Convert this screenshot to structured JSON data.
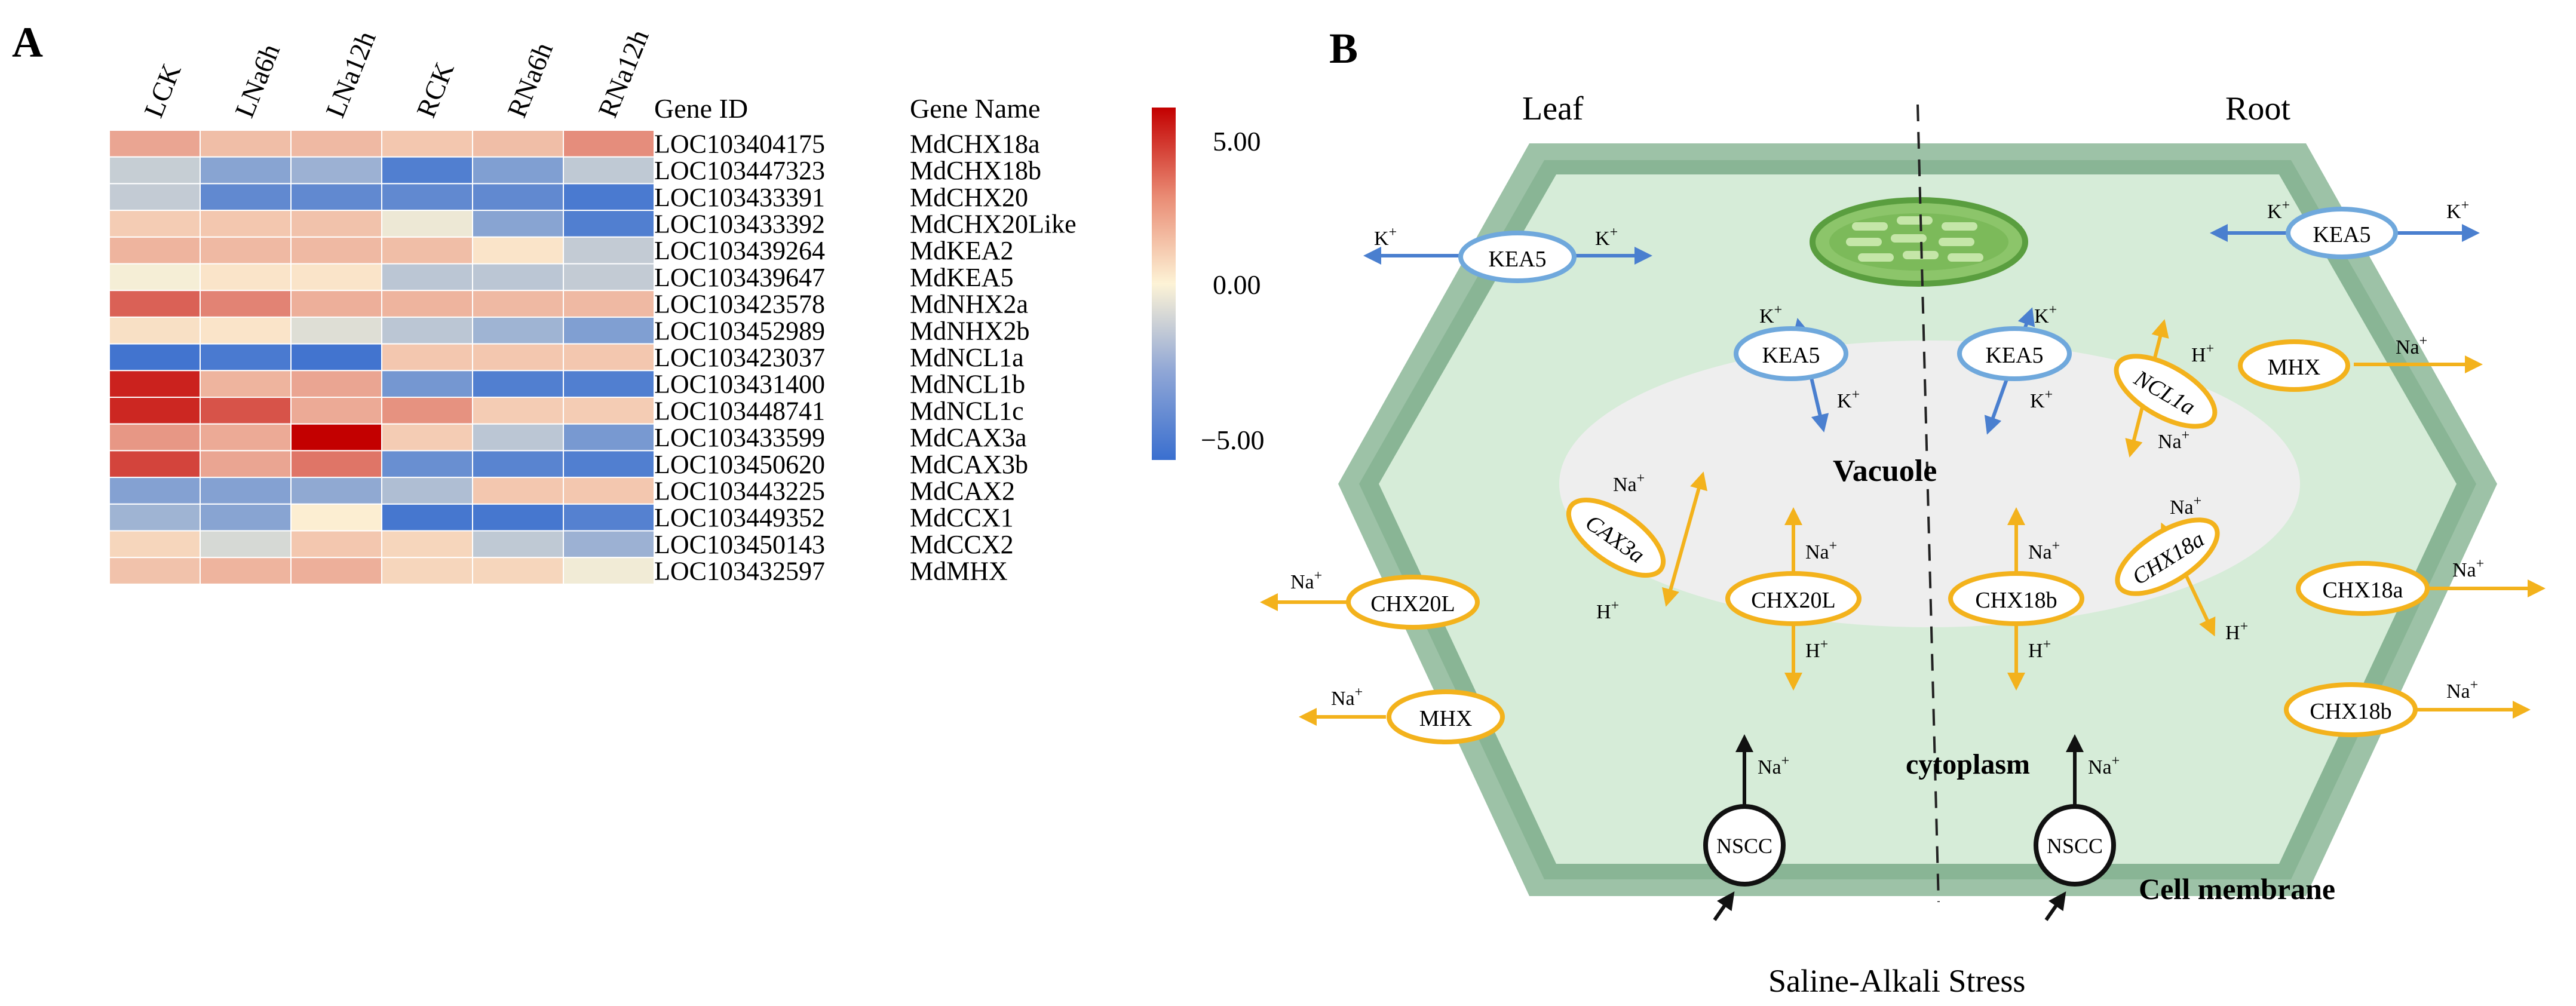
{
  "panel_a": {
    "label": "A",
    "columns": [
      "LCK",
      "LNa6h",
      "LNa12h",
      "RCK",
      "RNa6h",
      "RNa12h"
    ],
    "gene_id_header": "Gene ID",
    "gene_name_header": "Gene Name",
    "rows": [
      {
        "id": "LOC103404175",
        "name": "MdCHX18a",
        "values": [
          1.6,
          1.1,
          1.2,
          0.9,
          1.1,
          2.1
        ]
      },
      {
        "id": "LOC103447323",
        "name": "MdCHX18b",
        "values": [
          -1.4,
          -3.0,
          -2.5,
          -4.4,
          -3.2,
          -1.6
        ]
      },
      {
        "id": "LOC103433391",
        "name": "MdCHX20",
        "values": [
          -1.5,
          -4.0,
          -4.0,
          -4.0,
          -4.0,
          -4.6
        ]
      },
      {
        "id": "LOC103433392",
        "name": "MdCHX20Like",
        "values": [
          0.8,
          0.9,
          1.0,
          -0.4,
          -3.0,
          -4.4
        ]
      },
      {
        "id": "LOC103439264",
        "name": "MdKEA2",
        "values": [
          1.3,
          1.2,
          1.2,
          1.1,
          0.3,
          -1.5
        ]
      },
      {
        "id": "LOC103439647",
        "name": "MdKEA5",
        "values": [
          -0.2,
          0.3,
          0.3,
          -1.7,
          -1.7,
          -1.5
        ]
      },
      {
        "id": "LOC103423578",
        "name": "MdNHX2a",
        "values": [
          3.0,
          2.3,
          1.4,
          1.3,
          1.2,
          1.2
        ]
      },
      {
        "id": "LOC103452989",
        "name": "MdNHX2b",
        "values": [
          0.4,
          0.3,
          -0.8,
          -1.7,
          -2.4,
          -3.2
        ]
      },
      {
        "id": "LOC103423037",
        "name": "MdNCL1a",
        "values": [
          -4.8,
          -4.6,
          -4.8,
          0.9,
          0.9,
          0.9
        ]
      },
      {
        "id": "LOC103431400",
        "name": "MdNCL1b",
        "values": [
          4.3,
          1.3,
          1.6,
          -3.5,
          -4.4,
          -4.4
        ]
      },
      {
        "id": "LOC103448741",
        "name": "MdNCL1c",
        "values": [
          4.2,
          3.3,
          1.5,
          2.0,
          0.8,
          0.8
        ]
      },
      {
        "id": "LOC103433599",
        "name": "MdCAX3a",
        "values": [
          1.9,
          1.5,
          5.0,
          0.8,
          -1.7,
          -3.4
        ]
      },
      {
        "id": "LOC103450620",
        "name": "MdCAX3b",
        "values": [
          3.6,
          1.6,
          2.6,
          -3.8,
          -4.2,
          -4.4
        ]
      },
      {
        "id": "LOC103443225",
        "name": "MdCAX2",
        "values": [
          -3.1,
          -3.1,
          -2.8,
          -2.0,
          0.9,
          0.9
        ]
      },
      {
        "id": "LOC103449352",
        "name": "MdCCX1",
        "values": [
          -2.4,
          -3.0,
          0.1,
          -4.7,
          -4.7,
          -4.3
        ]
      },
      {
        "id": "LOC103450143",
        "name": "MdCCX2",
        "values": [
          0.6,
          -1.0,
          0.9,
          0.6,
          -1.6,
          -2.5
        ]
      },
      {
        "id": "LOC103432597",
        "name": "MdMHX",
        "values": [
          1.0,
          1.3,
          1.4,
          0.6,
          0.6,
          -0.3
        ]
      }
    ],
    "legend": {
      "max_label": "5.00",
      "mid_label": "0.00",
      "min_label": "−5.00",
      "max": 5,
      "min": -5,
      "colors": {
        "high": "#c30000",
        "mid": "#fdf3d6",
        "low": "#3a6fcf"
      }
    }
  },
  "panel_b": {
    "label": "B",
    "leaf": "Leaf",
    "root": "Root",
    "vacuole": "Vacuole",
    "cytoplasm": "cytoplasm",
    "cell_membrane": "Cell membrane",
    "stress": "Saline-Alkali Stress",
    "transporters": {
      "kea5": "KEA5",
      "chx20l": "CHX20L",
      "chx18a": "CHX18a",
      "chx18b": "CHX18b",
      "mhx": "MHX",
      "cax3a": "CAX3a",
      "ncl1a": "NCL1a",
      "nscc": "NSCC"
    },
    "ions": {
      "k": "K",
      "na": "Na",
      "h": "H",
      "plus": "+"
    },
    "colors": {
      "cell_outer": "#9dc2a7",
      "cell_wall": "#7fae8c",
      "cell_inner": "#d6ecd8",
      "vacuole": "#eeeeee",
      "k_arrow": "#4a7fcf",
      "na_arrow": "#f3b21c",
      "chloroplast": "#6ab04c"
    }
  }
}
